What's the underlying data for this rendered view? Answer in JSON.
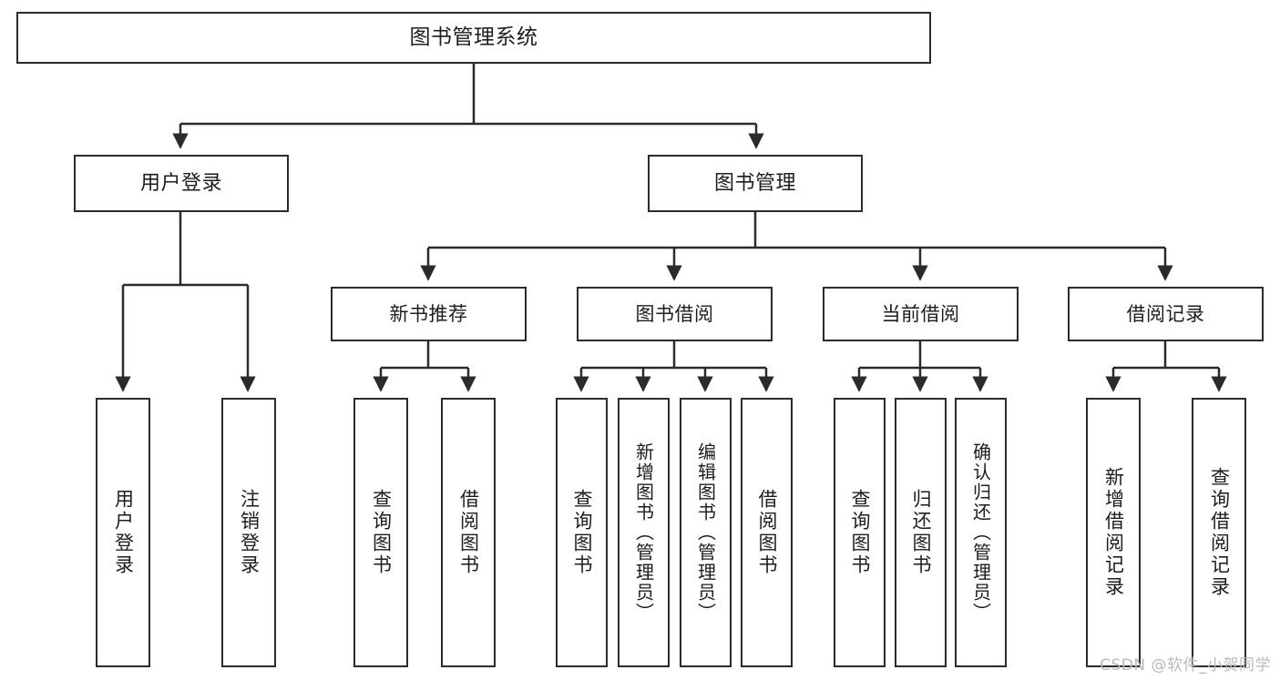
{
  "diagram": {
    "title": "图书管理系统",
    "type": "tree-hierarchy-diagram",
    "root": {
      "label": "图书管理系统"
    },
    "level2": [
      {
        "label": "用户登录"
      },
      {
        "label": "图书管理"
      }
    ],
    "level3": [
      {
        "label": "新书推荐"
      },
      {
        "label": "图书借阅"
      },
      {
        "label": "当前借阅"
      },
      {
        "label": "借阅记录"
      }
    ],
    "leaves": {
      "user_login": [
        {
          "label": "用户登录"
        },
        {
          "label": "注销登录"
        }
      ],
      "new_book_recommend": [
        {
          "label": "查询图书"
        },
        {
          "label": "借阅图书"
        }
      ],
      "book_borrow": [
        {
          "label": "查询图书"
        },
        {
          "label": "新增图书（管理员）"
        },
        {
          "label": "编辑图书（管理员）"
        },
        {
          "label": "借阅图书"
        }
      ],
      "current_borrow": [
        {
          "label": "查询图书"
        },
        {
          "label": "归还图书"
        },
        {
          "label": "确认归还（管理员）"
        }
      ],
      "borrow_record": [
        {
          "label": "新增借阅记录"
        },
        {
          "label": "查询借阅记录"
        }
      ]
    }
  },
  "watermark": {
    "text": "CSDN @软件_小贺同学"
  },
  "colors": {
    "border": "#2b2b2b",
    "text": "#1d1d1d",
    "background": "#ffffff",
    "watermark": "#b9b9b9"
  }
}
